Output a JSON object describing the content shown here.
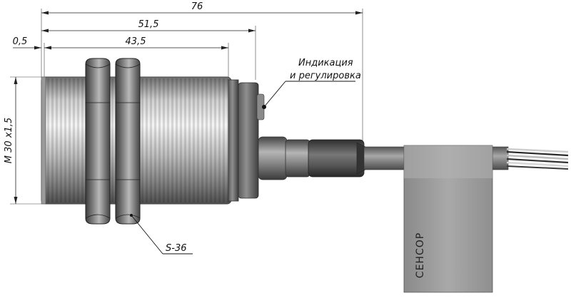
{
  "dimensions": {
    "overall_length": "76",
    "body_length": "51,5",
    "thread_length": "43,5",
    "offset": "0,5",
    "thread_spec": "M 30 x1,5",
    "wrench_size": "S-36"
  },
  "notes": {
    "indication_line1": "Индикация",
    "indication_line2": "и регулировка"
  },
  "label": {
    "brand": "СЕНСОР"
  },
  "colors": {
    "metal_light": "#e6e6e6",
    "metal_mid": "#9a9a9a",
    "metal_dark": "#4a4a4a",
    "nut_dark": "#3a3a3a",
    "cable": "#7a7a7a",
    "tag": "#9c9c9c"
  }
}
